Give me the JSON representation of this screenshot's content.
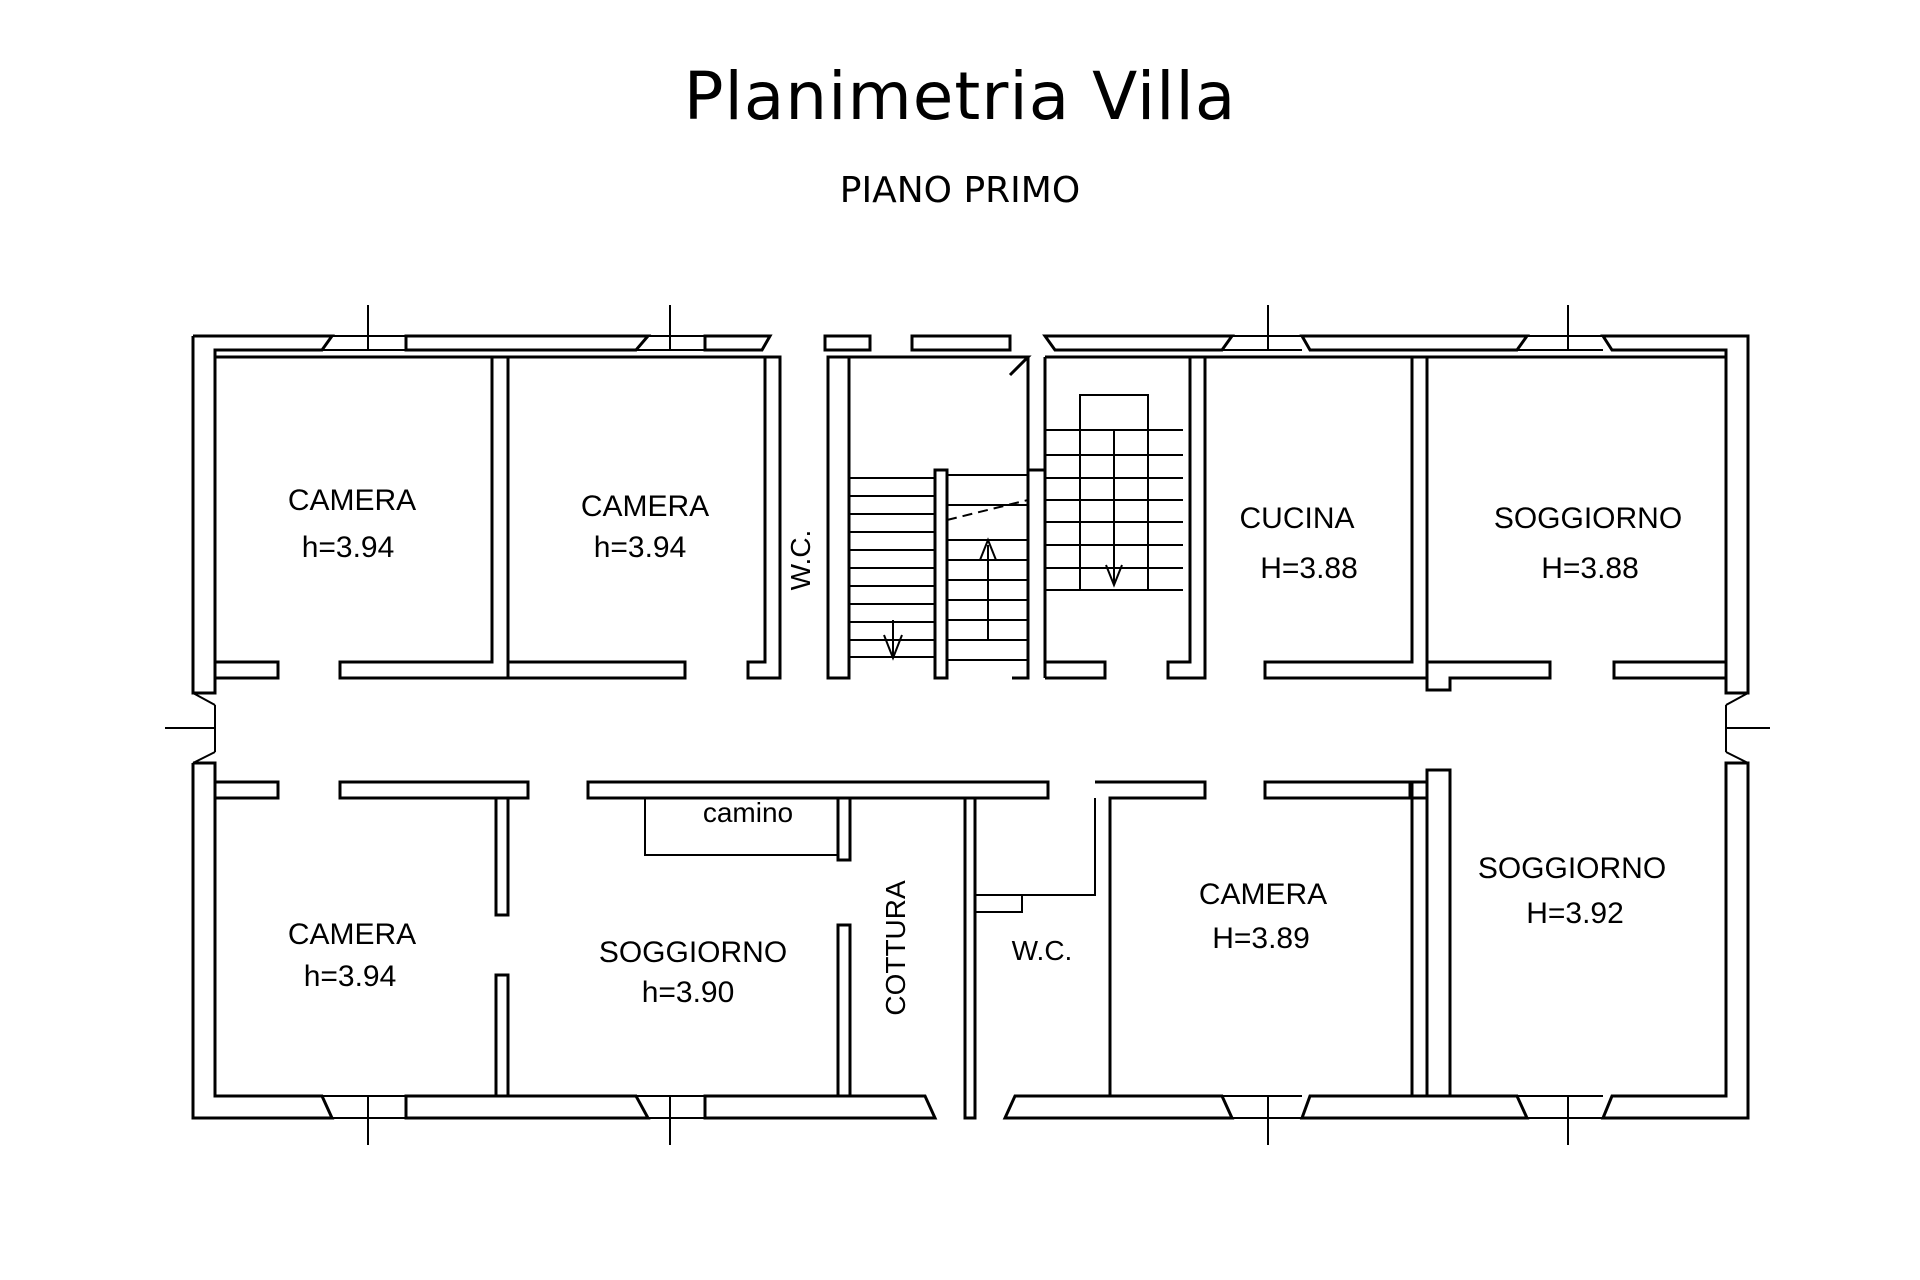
{
  "header": {
    "title": "Planimetria Villa",
    "subtitle": "PIANO PRIMO"
  },
  "rooms": {
    "camera_nw": {
      "name": "CAMERA",
      "height": "h=3.94"
    },
    "camera_n2": {
      "name": "CAMERA",
      "height": "h=3.94"
    },
    "wc_north": {
      "name": "W.C."
    },
    "cucina": {
      "name": "CUCINA",
      "height": "H=3.88"
    },
    "soggiorno_ne": {
      "name": "SOGGIORNO",
      "height": "H=3.88"
    },
    "camera_sw": {
      "name": "CAMERA",
      "height": "h=3.94"
    },
    "camino": {
      "name": "camino"
    },
    "soggiorno_s": {
      "name": "SOGGIORNO",
      "height": "h=3.90"
    },
    "cottura": {
      "name": "COTTURA"
    },
    "wc_south": {
      "name": "W.C."
    },
    "camera_s": {
      "name": "CAMERA",
      "height": "H=3.89"
    },
    "soggiorno_se": {
      "name": "SOGGIORNO",
      "height": "H=3.92"
    }
  }
}
